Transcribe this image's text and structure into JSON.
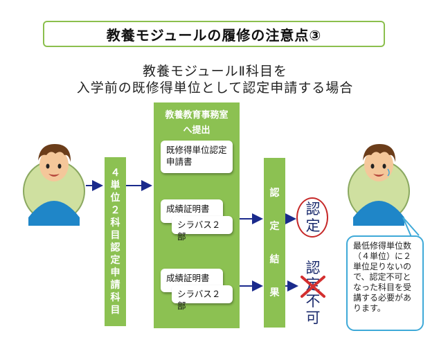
{
  "title": "教養モジュールの履修の注意点③",
  "subtitle": {
    "line1": "教養モジュールⅡ科目を",
    "line2": "入学前の既修得単位として認定申請する場合"
  },
  "application_column": [
    "４",
    "単",
    "位",
    "２",
    "科",
    "目",
    "認",
    "定",
    "申",
    "請",
    "科",
    "目"
  ],
  "office": {
    "heading_line1": "教養教育事務室",
    "heading_line2": "へ提出",
    "doc1_line1": "既修得単位認定",
    "doc1_line2": "申請書",
    "grade_cert_1": "成績証明書",
    "syllabus_1": "シラバス２部",
    "grade_cert_2": "成績証明書",
    "syllabus_2": "シラバス２部"
  },
  "result_column": [
    "認",
    "定",
    "結",
    "果"
  ],
  "outcomes": {
    "approved_line1": "認",
    "approved_line2": "定",
    "rejected_line1": "認",
    "rejected_line2": "定",
    "rejected_line3": "不",
    "rejected_line4": "可"
  },
  "callout_text": "最低修得単位数（４単位）に２単位足りないので、認定不可となった科目を受講する必要があります。",
  "colors": {
    "green": "#8cc152",
    "arrow": "#1a2a8c",
    "approve_circle": "#c62828",
    "reject_cross": "#d32f2f",
    "callout_border": "#3ea9d8",
    "title_border": "#8bbf4d"
  }
}
